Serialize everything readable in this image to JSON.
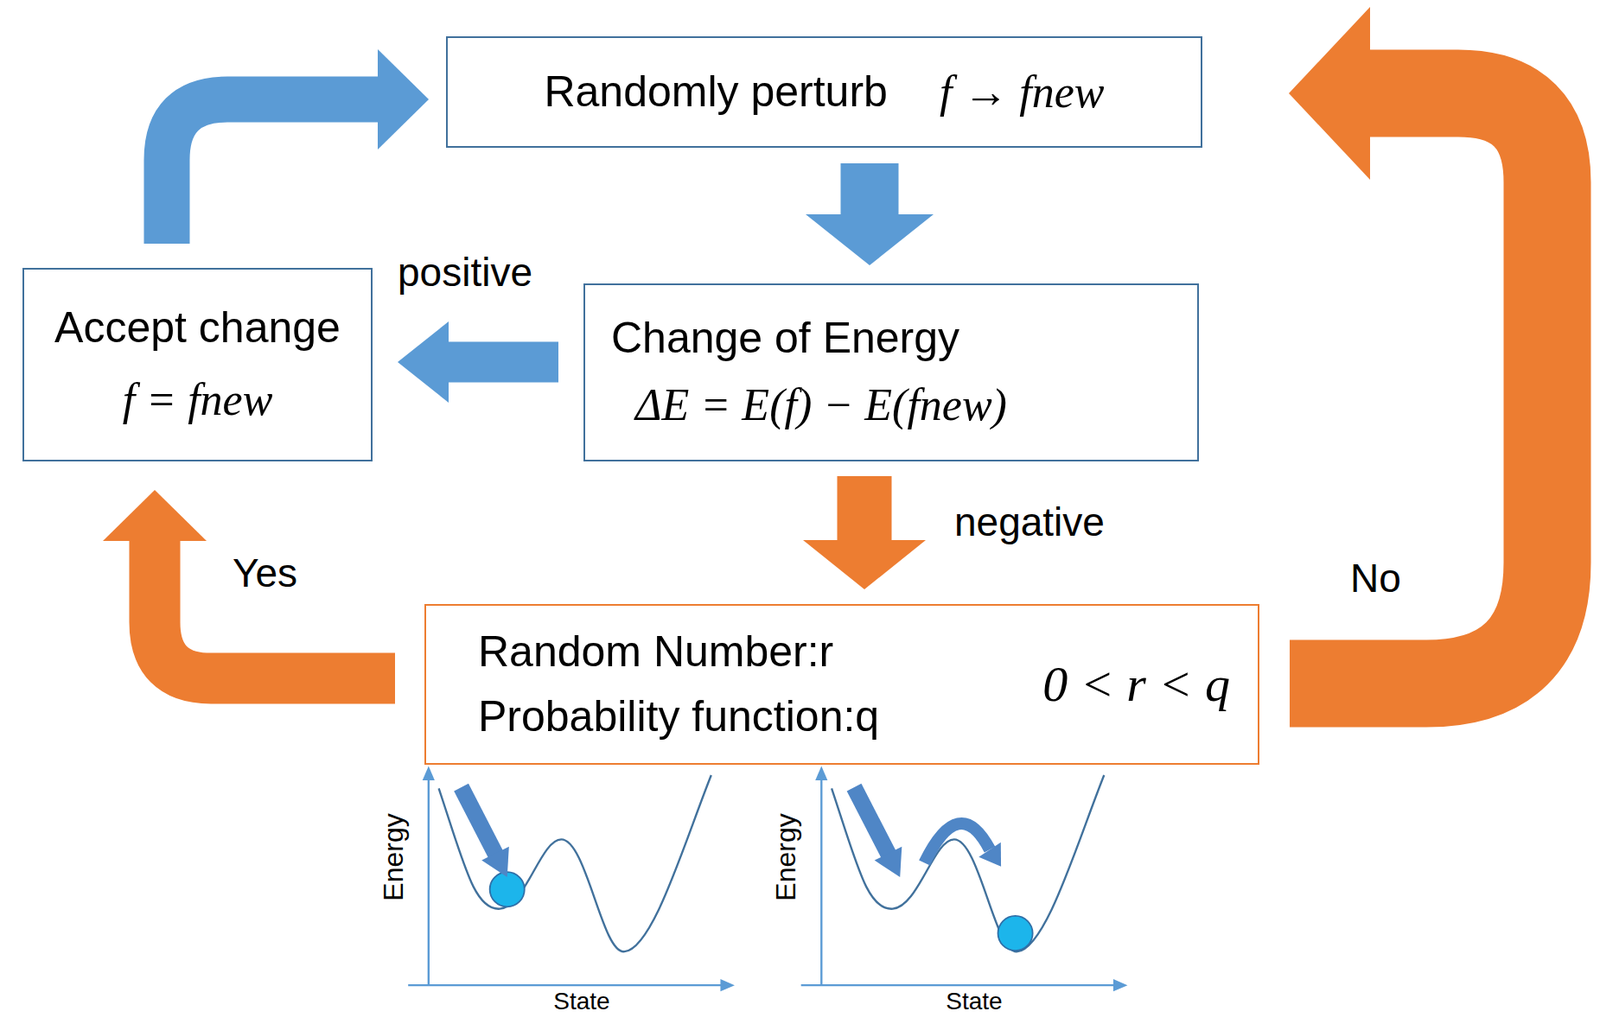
{
  "diagram": {
    "nodes": [
      {
        "text": [
          "Randomly perturb",
          "f → fnew"
        ]
      },
      {
        "text": [
          "Accept change",
          "f = fnew"
        ]
      },
      {
        "text": [
          "Change of Energy",
          "ΔE = E(f) − E(fnew)"
        ]
      },
      {
        "text": [
          "Random Number:r",
          "Probability function:q",
          "0 < r < q"
        ]
      }
    ],
    "edges": [
      {
        "from": 1,
        "to": 0,
        "arrow": "to"
      },
      {
        "from": 0,
        "to": 2,
        "arrow": "to"
      },
      {
        "from": 2,
        "to": 1,
        "label": "positive",
        "arrow": "to"
      },
      {
        "from": 2,
        "to": 3,
        "label": "negative",
        "arrow": "to"
      },
      {
        "from": 3,
        "to": 1,
        "label": "Yes",
        "arrow": "to"
      },
      {
        "from": 3,
        "to": 0,
        "label": "No",
        "arrow": "to"
      }
    ],
    "labels": [
      "Energy",
      "State",
      "Energy",
      "State"
    ]
  }
}
